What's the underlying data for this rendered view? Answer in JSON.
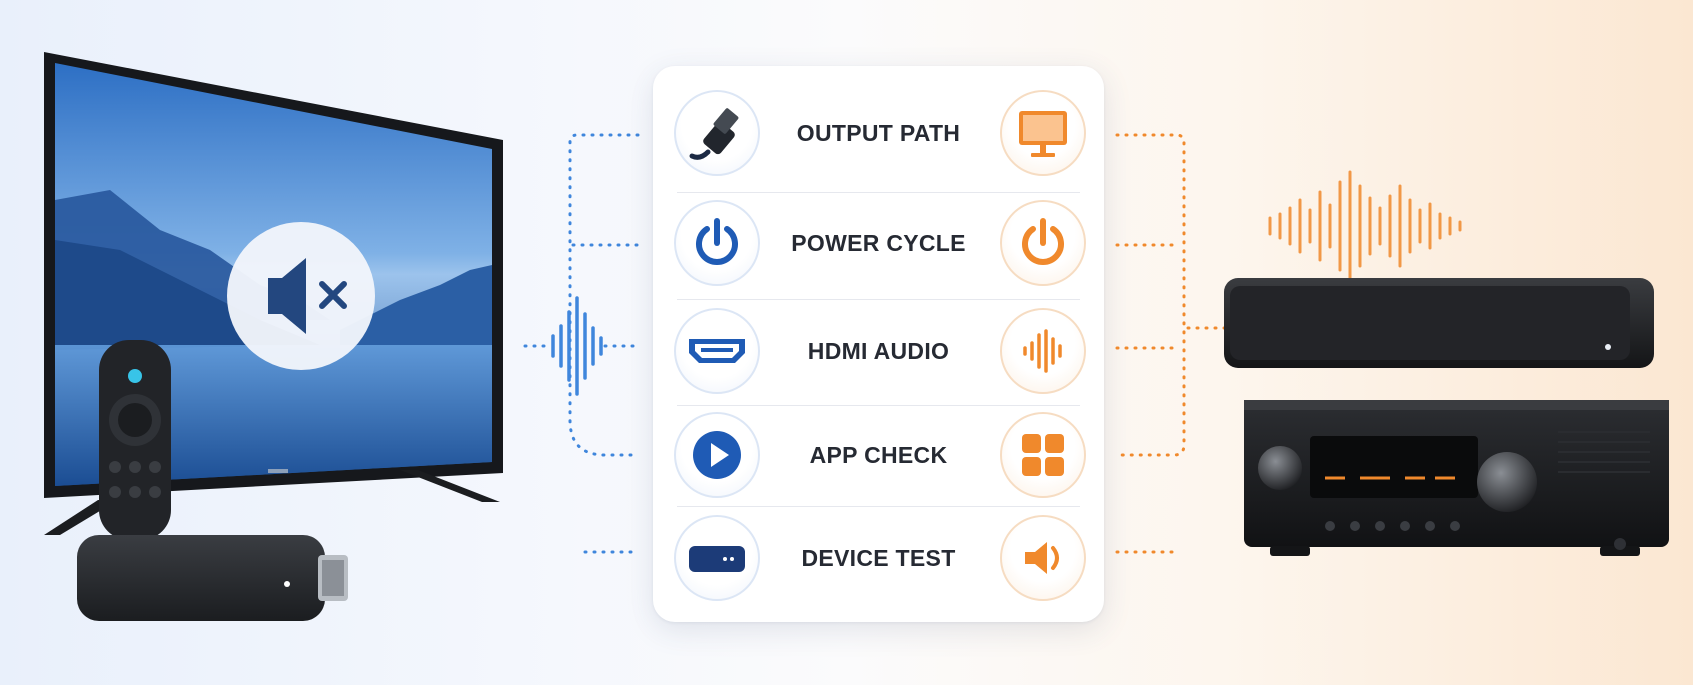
{
  "steps": [
    {
      "label": "OUTPUT PATH",
      "left_icon": "hdmi-cable-icon",
      "right_icon": "monitor-icon"
    },
    {
      "label": "POWER CYCLE",
      "left_icon": "power-blue-icon",
      "right_icon": "power-orange-icon"
    },
    {
      "label": "HDMI AUDIO",
      "left_icon": "hdmi-port-icon",
      "right_icon": "sound-wave-icon"
    },
    {
      "label": "APP CHECK",
      "left_icon": "play-icon",
      "right_icon": "app-grid-icon"
    },
    {
      "label": "DEVICE TEST",
      "left_icon": "streaming-box-icon",
      "right_icon": "speaker-icon"
    }
  ],
  "colors": {
    "blue": "#1f5bb5",
    "orange": "#f0892c",
    "text": "#262a33",
    "panel": "#ffffff"
  },
  "decor": {
    "tv": "tv-muted-icon",
    "remote": "remote-icon",
    "stick": "streaming-stick-icon",
    "soundbar": "soundbar-icon",
    "receiver": "av-receiver-icon"
  }
}
